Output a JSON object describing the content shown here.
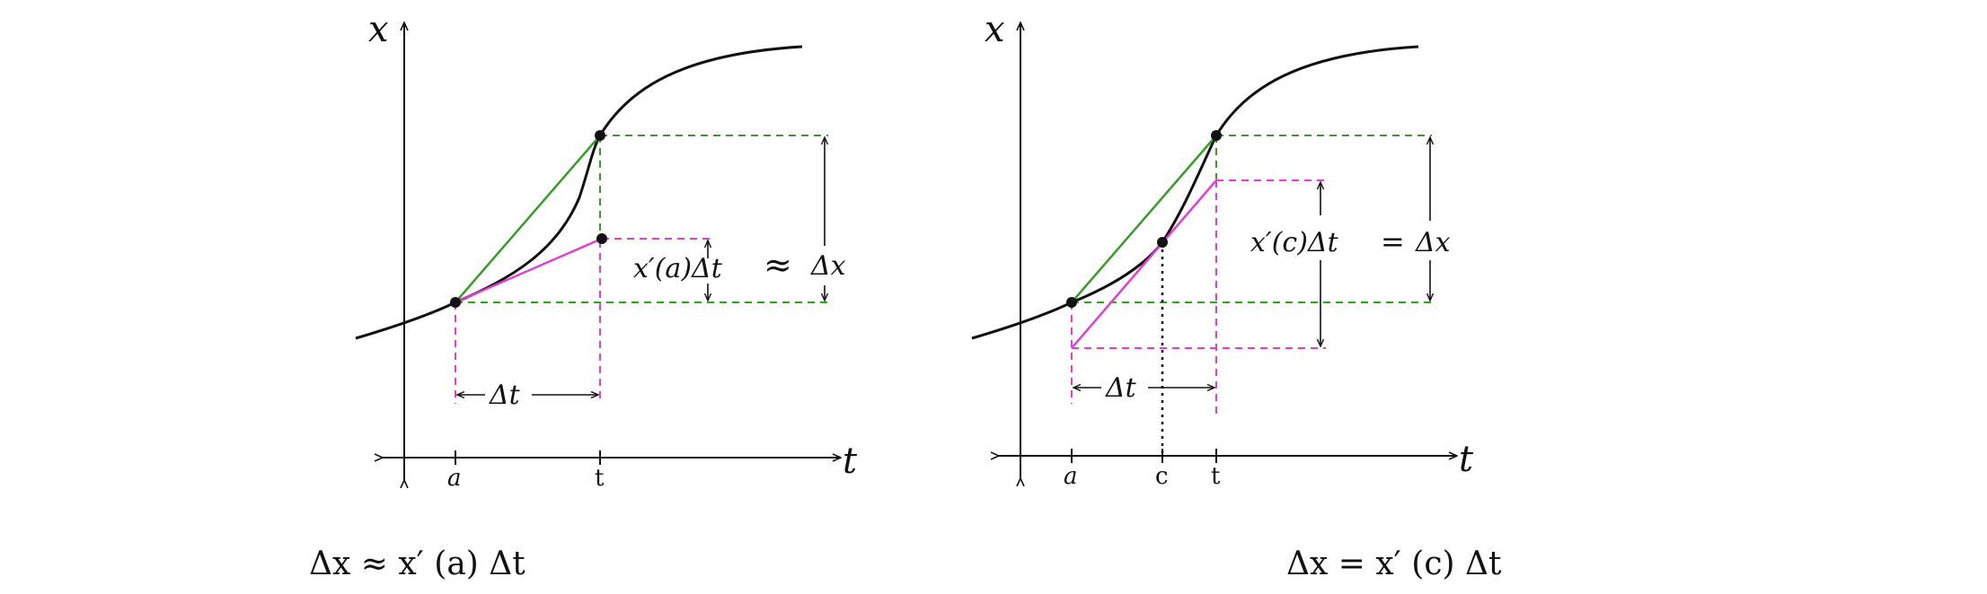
{
  "colors": {
    "curve": "#000000",
    "secant": "#3a9a2a",
    "tangent": "#e040d0",
    "dashed_green": "#3a9a2a",
    "dashed_magenta": "#e040d0"
  },
  "left": {
    "x_axis_label": "t",
    "y_axis_label": "x",
    "tick_a": "a",
    "tick_t": "t",
    "dt_label": "Δt",
    "rise_label": "x′(a)Δt",
    "approx_symbol": "≈",
    "dx_label": "Δx",
    "caption": "Δx ≈ x′ (a) Δt"
  },
  "right": {
    "x_axis_label": "t",
    "y_axis_label": "x",
    "tick_a": "a",
    "tick_c": "c",
    "tick_t": "t",
    "dt_label": "Δt",
    "rise_label": "x′(c)Δt",
    "eq_symbol": "=",
    "dx_label": "Δx",
    "caption": "Δx = x′ (c) Δt"
  }
}
